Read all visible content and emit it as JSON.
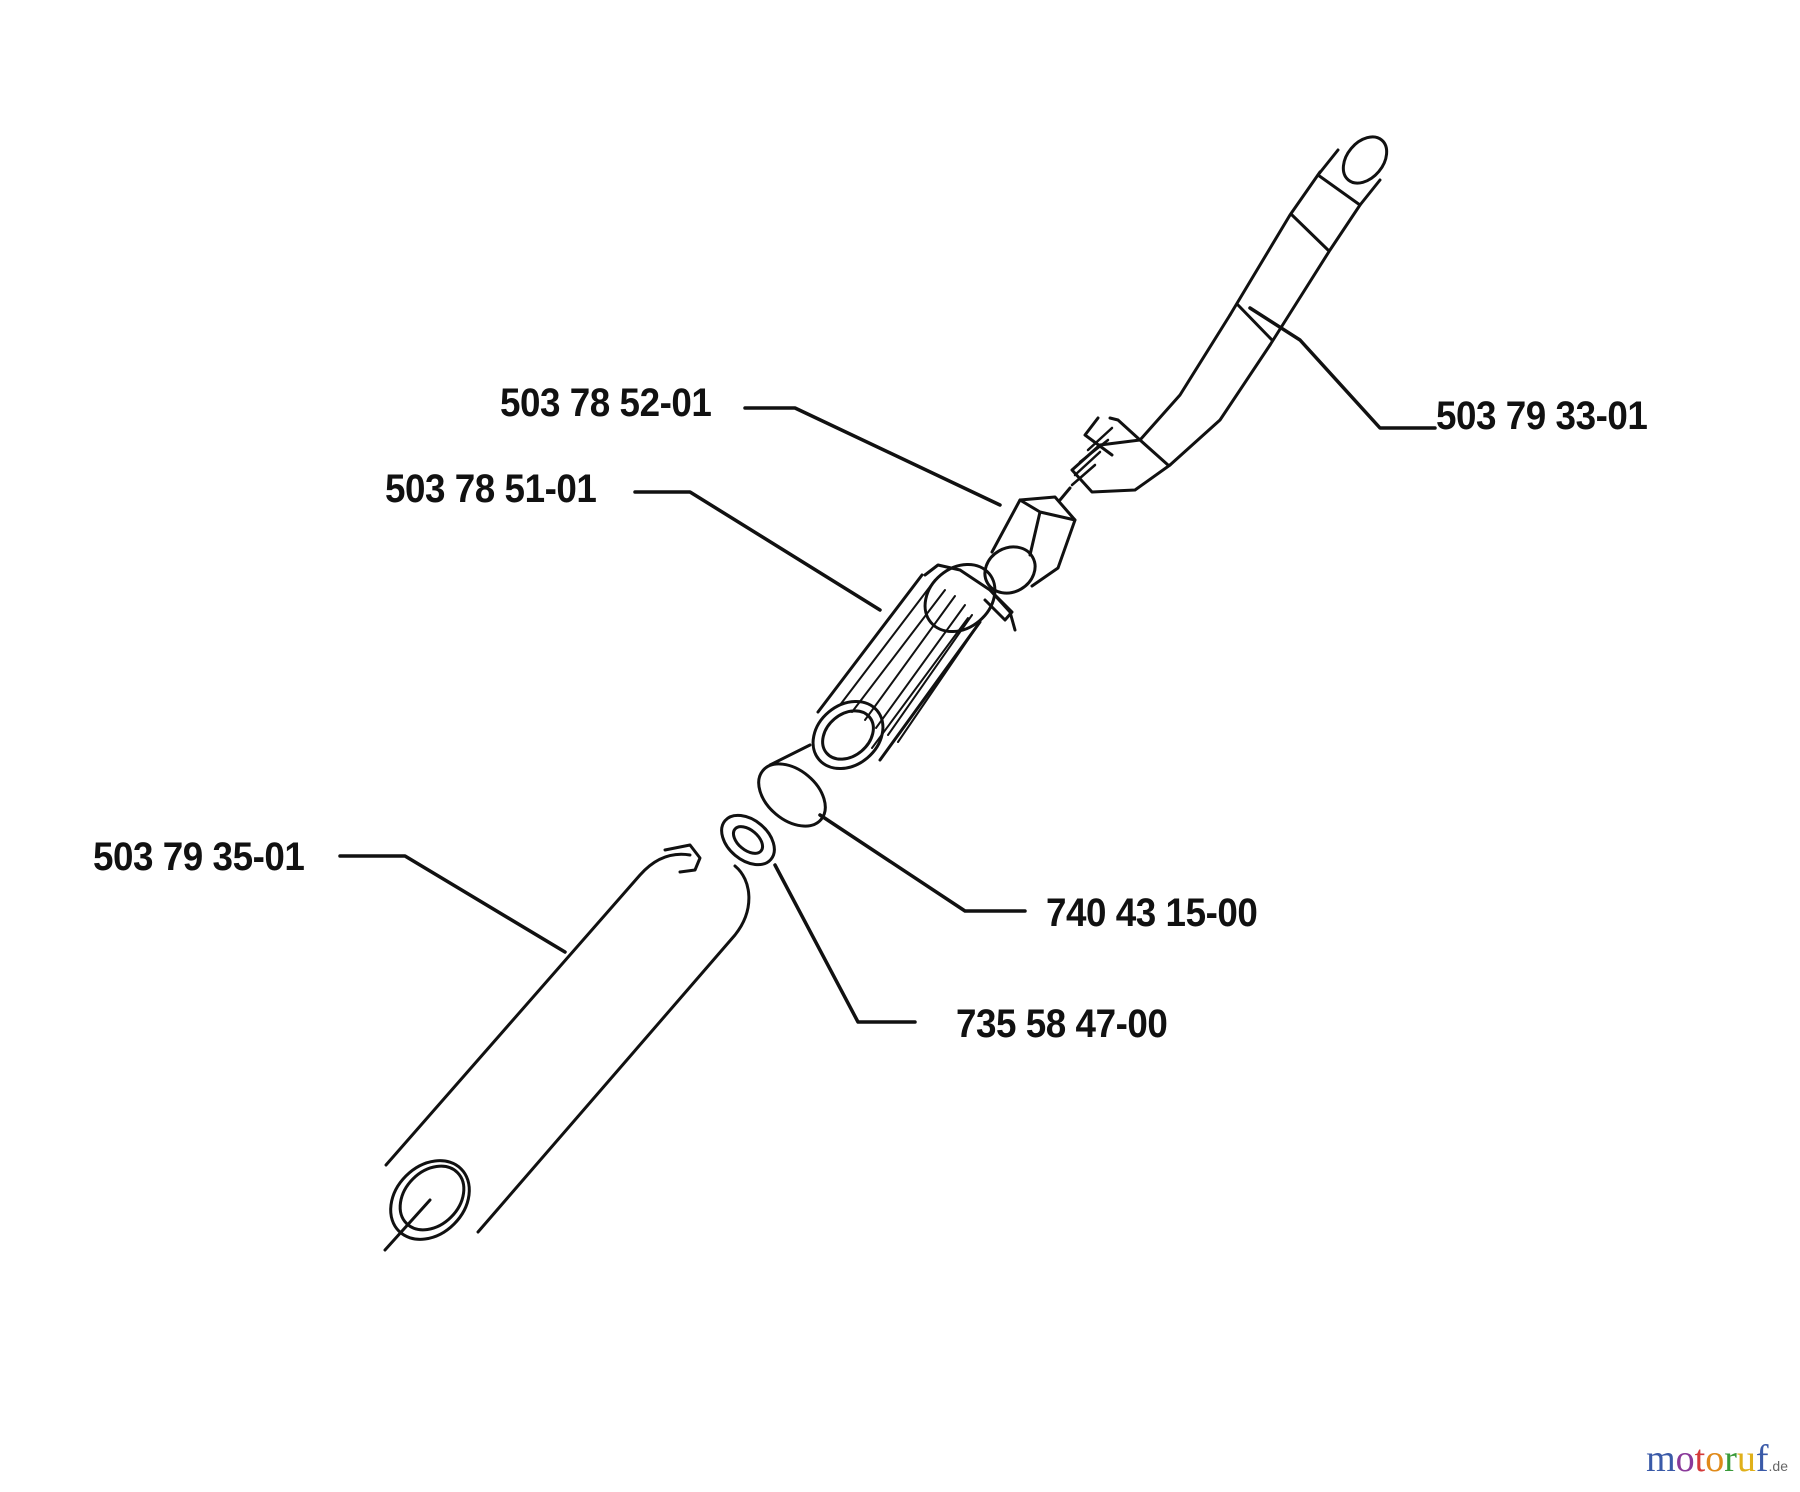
{
  "diagram": {
    "labels": {
      "part_503793301": "503 79 33-01",
      "part_503785201": "503 78 52-01",
      "part_503785101": "503 78 51-01",
      "part_503793501": "503 79 35-01",
      "part_740431500": "740 43 15-00",
      "part_735584700": "735 58 47-00"
    },
    "watermark": {
      "text": "motoruf",
      "tld": ".de",
      "letter_colors": [
        "#3a5aa8",
        "#8a3a9a",
        "#d43a3a",
        "#e08a1a",
        "#3a9a3a",
        "#e0b01a",
        "#3a5aa8"
      ]
    },
    "line_color": "#111111"
  }
}
